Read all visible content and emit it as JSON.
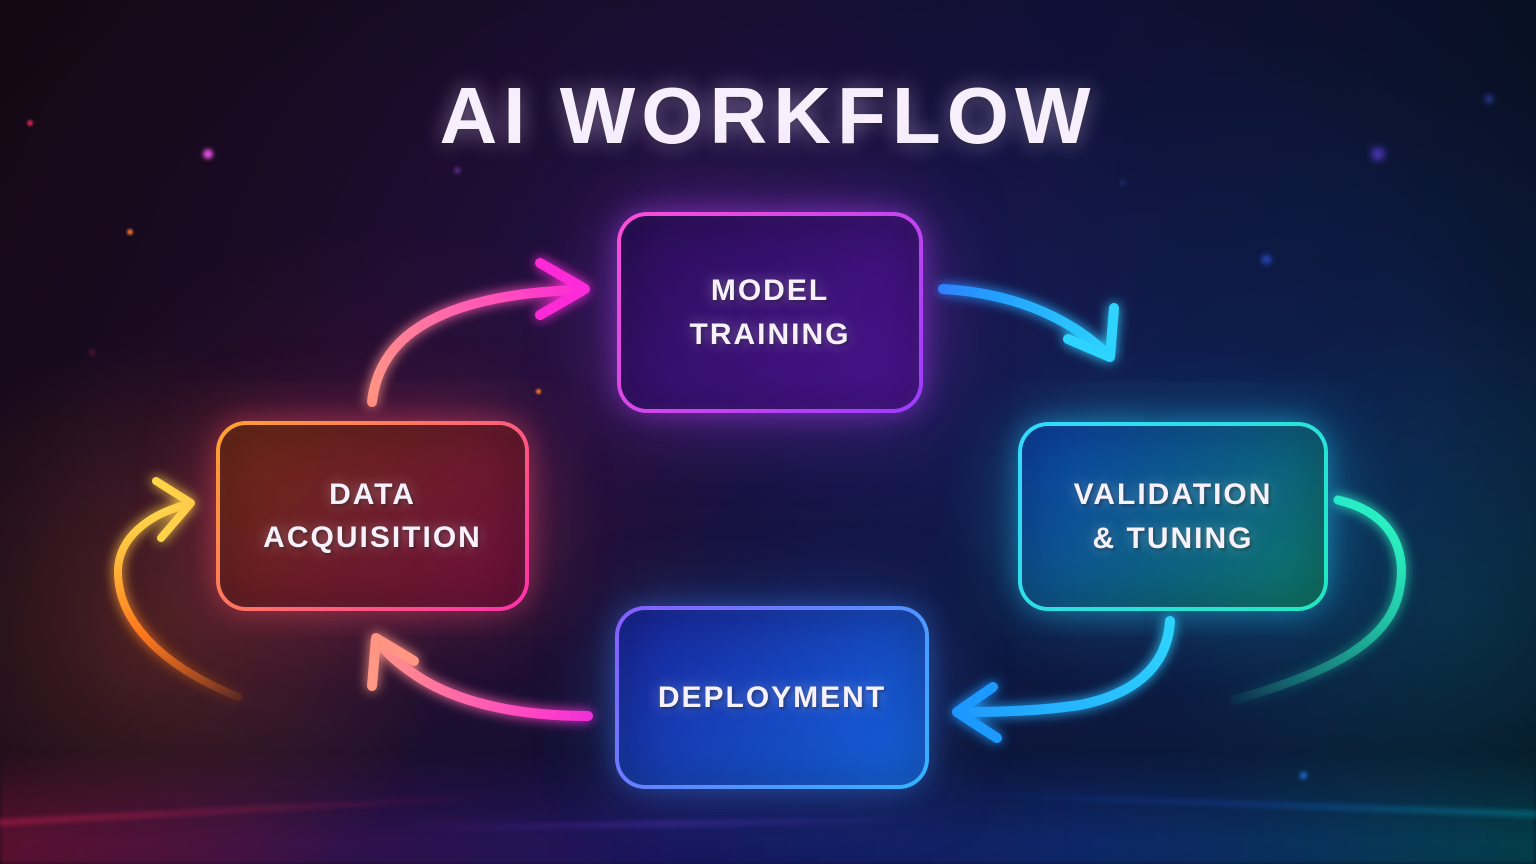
{
  "title": "AI WORKFLOW",
  "nodes": [
    {
      "id": "model-training",
      "lines": [
        "MODEL",
        "TRAINING"
      ],
      "border_start": "#ff4ed8",
      "border_end": "#9a3cff",
      "fill_start": "#2b0e5a",
      "fill_end": "#4a1490",
      "glow": "rgba(190,70,255,0.5)"
    },
    {
      "id": "validation-tuning",
      "lines": [
        "VALIDATION",
        "& TUNING"
      ],
      "border_start": "#35d9ff",
      "border_end": "#1fe9c0",
      "fill_start": "#0c41aa",
      "fill_end": "#0e7a68",
      "glow": "rgba(35,215,255,0.45)"
    },
    {
      "id": "deployment",
      "lines": [
        "DEPLOYMENT"
      ],
      "border_start": "#8a5cff",
      "border_end": "#2fb6ff",
      "fill_start": "#18249a",
      "fill_end": "#1565e0",
      "glow": "rgba(60,130,255,0.45)"
    },
    {
      "id": "data-acquisition",
      "lines": [
        "DATA",
        "ACQUISITION"
      ],
      "border_start": "#ffa42e",
      "border_end": "#ff2fae",
      "fill_start": "#6e2a16",
      "fill_end": "#6d0f3e",
      "glow": "rgba(255,80,100,0.45)"
    }
  ],
  "arrows": [
    {
      "id": "data-to-training",
      "from": "DATA ACQUISITION",
      "to": "MODEL TRAINING",
      "color_start": "#ff9a86",
      "color_end": "#ff2bd6"
    },
    {
      "id": "training-to-validation",
      "from": "MODEL TRAINING",
      "to": "VALIDATION & TUNING",
      "color_start": "#1f8dff",
      "color_end": "#2fd4ff"
    },
    {
      "id": "validation-loop",
      "from": "VALIDATION & TUNING",
      "to": "VALIDATION & TUNING",
      "color_start": "#2af0c0",
      "color_end": "#2af0c0"
    },
    {
      "id": "validation-to-deployment",
      "from": "VALIDATION & TUNING",
      "to": "DEPLOYMENT",
      "color_start": "#2fd4ff",
      "color_end": "#1f9bff"
    },
    {
      "id": "deployment-to-data",
      "from": "DEPLOYMENT",
      "to": "DATA ACQUISITION",
      "color_start": "#ff2bd6",
      "color_end": "#ff9a86"
    },
    {
      "id": "data-loop",
      "from": "DATA ACQUISITION",
      "to": "DATA ACQUISITION",
      "color_start": "#ff7a1e",
      "color_end": "#ffd84a"
    }
  ]
}
